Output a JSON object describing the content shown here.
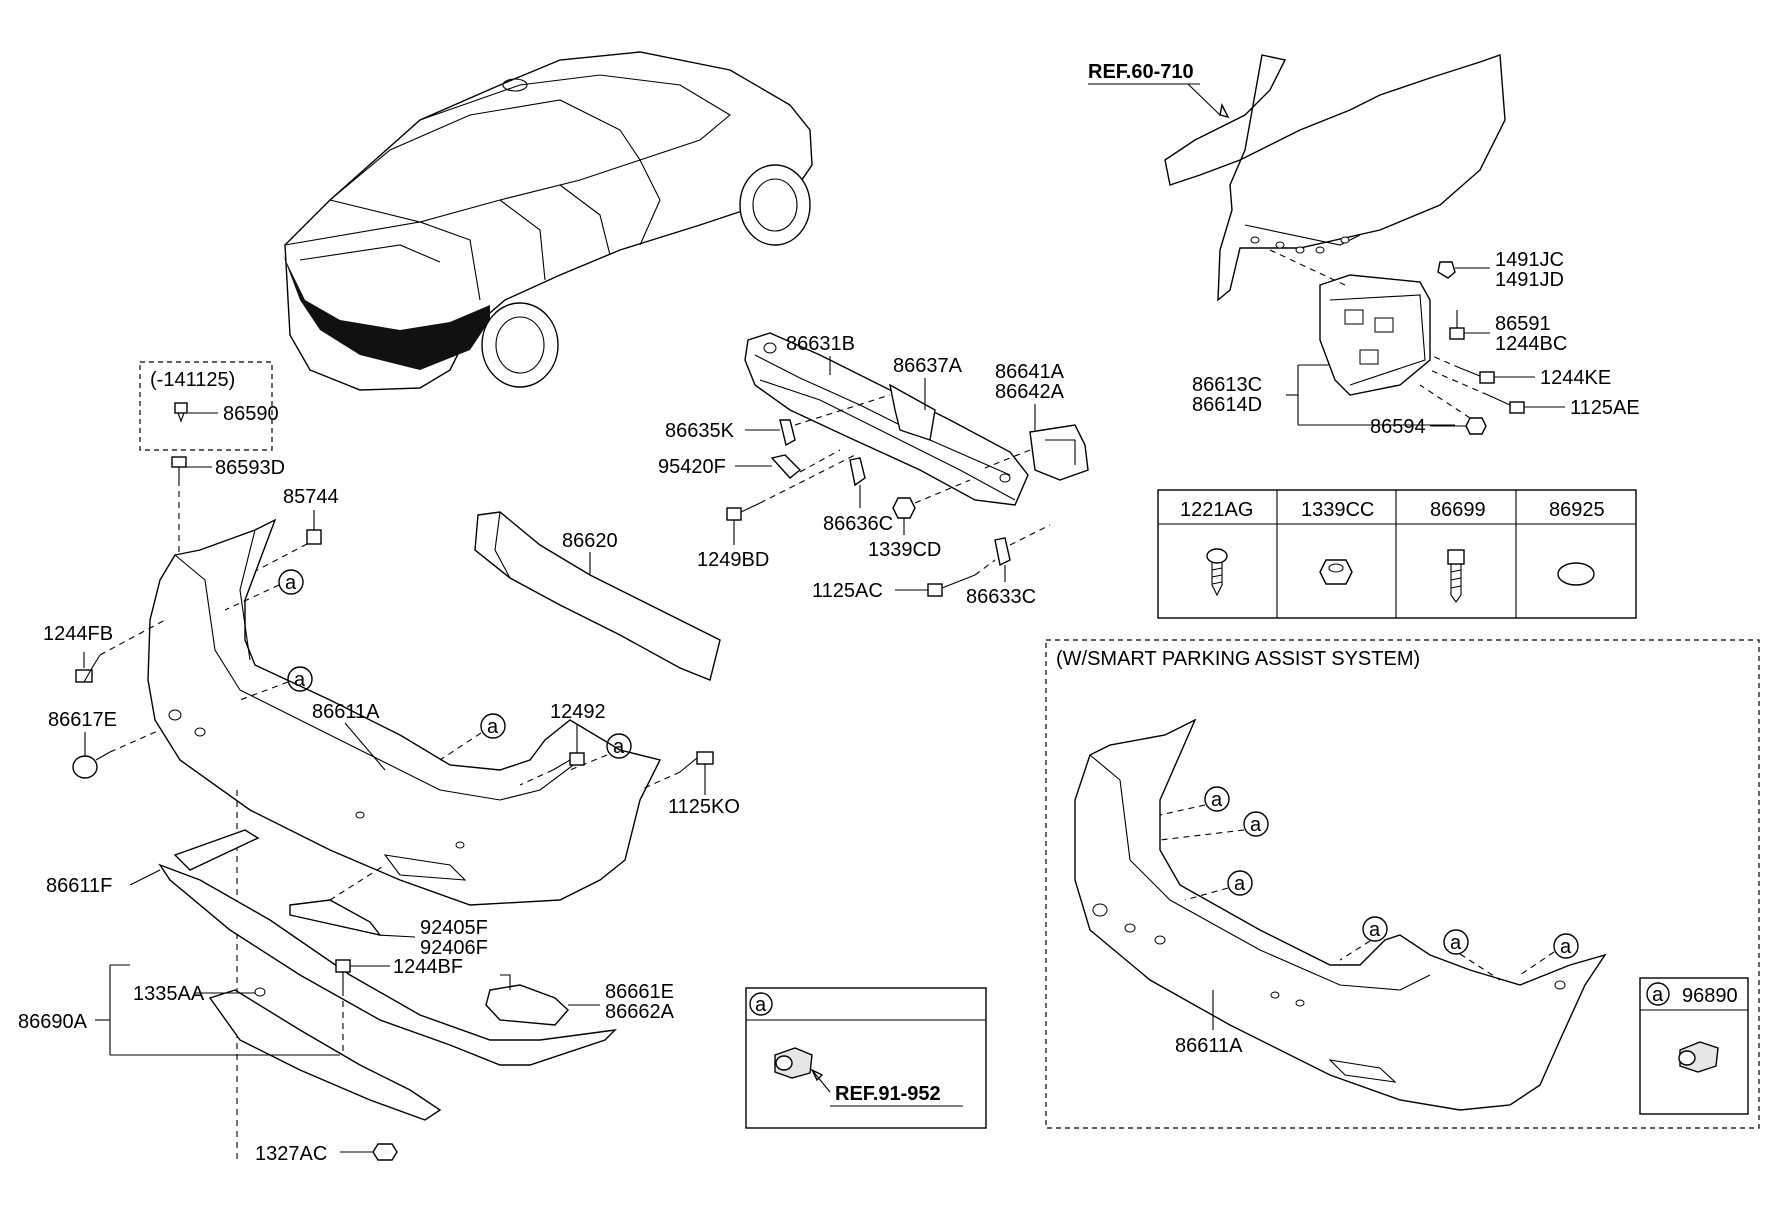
{
  "callouts": {
    "ref_60_710": "REF.60-710",
    "ref_91_952": "REF.91-952",
    "date_note": "(-141125)",
    "smart_parking_title": "(W/SMART PARKING ASSIST SYSTEM)",
    "ref_a": "a"
  },
  "parts": {
    "p86590": "86590",
    "p86593D": "86593D",
    "p85744": "85744",
    "p1244FB": "1244FB",
    "p86617E": "86617E",
    "p86611A": "86611A",
    "p86611A_b": "86611A",
    "p12492": "12492",
    "p1125KO": "1125KO",
    "p86611F": "86611F",
    "p92405F": "92405F",
    "p92406F": "92406F",
    "p1244BF": "1244BF",
    "p1335AA": "1335AA",
    "p86690A": "86690A",
    "p86661E": "86661E",
    "p86662A": "86662A",
    "p1327AC": "1327AC",
    "p86620": "86620",
    "p86631B": "86631B",
    "p86637A": "86637A",
    "p86641A": "86641A",
    "p86642A": "86642A",
    "p86635K": "86635K",
    "p95420F": "95420F",
    "p86636C": "86636C",
    "p1339CD": "1339CD",
    "p1249BD": "1249BD",
    "p1125AC": "1125AC",
    "p86633C": "86633C",
    "p1491JC": "1491JC",
    "p1491JD": "1491JD",
    "p86591": "86591",
    "p1244BC": "1244BC",
    "p1244KE": "1244KE",
    "p86613C": "86613C",
    "p86614D": "86614D",
    "p1125AE": "1125AE",
    "p86594": "86594",
    "p96890": "96890"
  },
  "hardware_table": {
    "headers": [
      "1221AG",
      "1339CC",
      "86699",
      "86925"
    ],
    "icons": [
      "screw-icon",
      "nut-icon",
      "bolt-icon",
      "plug-icon"
    ]
  }
}
